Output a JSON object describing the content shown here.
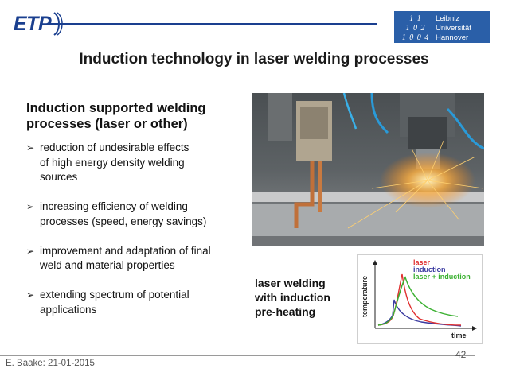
{
  "header": {
    "logo_text": "ETP",
    "university": {
      "digits": [
        "1 1",
        "1 0 2",
        "1 0 0 4"
      ],
      "name_lines": [
        "Leibniz",
        "Universität",
        "Hannover"
      ]
    }
  },
  "title": "Induction technology in laser welding processes",
  "section": {
    "heading_line1": "Induction supported welding",
    "heading_line2": "processes (laser or other)",
    "bullets": [
      {
        "line1": "reduction of undesirable effects",
        "line2": "of high energy density welding",
        "line3": "sources"
      },
      {
        "line1": "increasing efficiency of welding",
        "line2": "processes (speed, energy savings)"
      },
      {
        "line1": "improvement and adaptation of final",
        "line2": "weld and material properties"
      },
      {
        "line1": "extending spectrum of potential",
        "line2": "applications"
      }
    ]
  },
  "caption": {
    "line1": "laser welding",
    "line2": "with induction",
    "line3": "pre-heating"
  },
  "graph": {
    "ylabel": "temperature",
    "xlabel": "time",
    "legend": [
      {
        "label": "laser",
        "color": "#e03030"
      },
      {
        "label": "induction",
        "color": "#3a3aa0"
      },
      {
        "label": "laser + induction",
        "color": "#3ab030"
      }
    ]
  },
  "footer": {
    "author_date": "E. Baake: 21-01-2015",
    "page_number": "42"
  },
  "colors": {
    "brand_blue": "#1a3f8f",
    "luh_blue": "#2a5fa8"
  }
}
